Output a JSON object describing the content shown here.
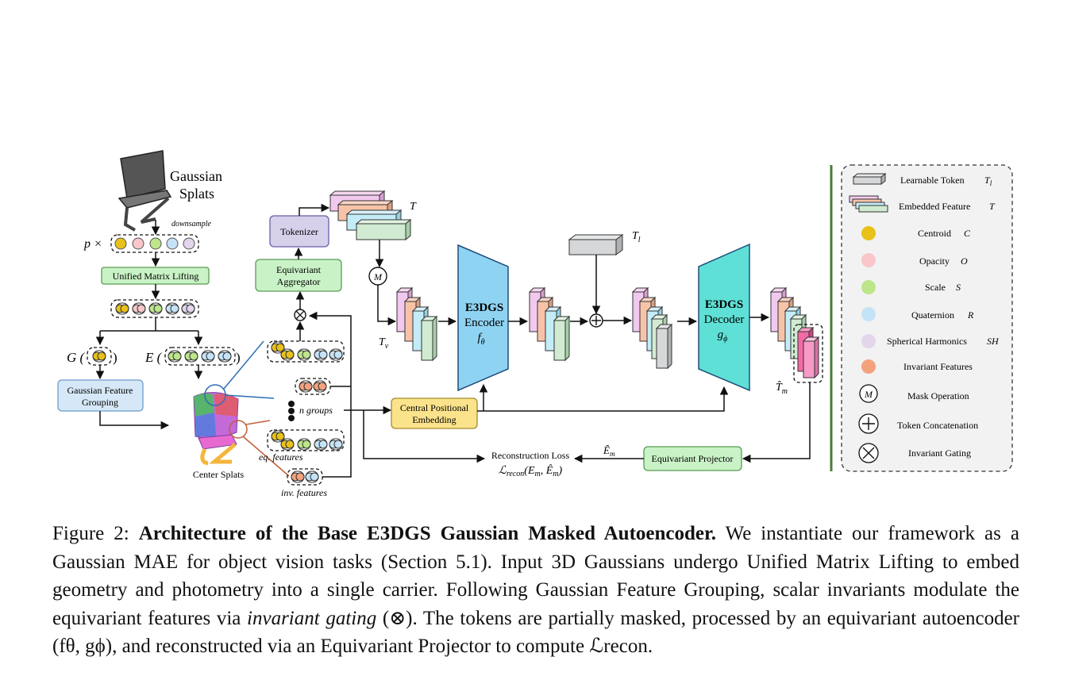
{
  "figure": {
    "input_title_1": "Gaussian",
    "input_title_2": "Splats",
    "downsample_label": "downsample",
    "p_times": "p ×",
    "unified_matrix_lifting": "Unified Matrix Lifting",
    "g_label": "G (",
    "e_label": "E (",
    "close_paren": ")",
    "gaussian_feature_grouping_1": "Gaussian Feature",
    "gaussian_feature_grouping_2": "Grouping",
    "center_splats": "Center Splats",
    "n_groups": "n groups",
    "eq_features": "eq. features",
    "inv_features": "inv. features",
    "equivariant_aggregator_1": "Equivariant",
    "equivariant_aggregator_2": "Aggregator",
    "tokenizer": "Tokenizer",
    "t_label": "T",
    "tv_label": "Tv",
    "mask_symbol": "M",
    "central_pos_emb_1": "Central Positional",
    "central_pos_emb_2": "Embedding",
    "encoder_1": "E3DGS",
    "encoder_2": "Encoder",
    "encoder_3": "fθ",
    "decoder_1": "E3DGS",
    "decoder_2": "Decoder",
    "decoder_3": "gϕ",
    "tl_label": "Tl",
    "tm_label": "T̂m",
    "em_label": "Êm",
    "reconstruction_loss_1": "Reconstruction Loss",
    "reconstruction_loss_2": "ℒrecon(Em, Êm)",
    "equivariant_projector": "Equivariant Projector",
    "colors": {
      "centroid": "#e8c11a",
      "opacity": "#f9c6c9",
      "scale": "#bde58a",
      "quaternion": "#c5e3f7",
      "sh": "#e3d6ec",
      "invariant": "#f4a27e",
      "encoder": "#8fd3f2",
      "decoder": "#5fe0d6",
      "green_box": "#c9f2c6",
      "blue_box": "#d6e8f7",
      "purple_box": "#d6d0ea",
      "yellow_box": "#fbe38c"
    }
  },
  "legend": {
    "items": [
      {
        "label": "Learnable Token",
        "sym": "Tl"
      },
      {
        "label": "Embedded Feature",
        "sym": "T"
      },
      {
        "label": "Centroid",
        "sym": "C"
      },
      {
        "label": "Opacity",
        "sym": "O"
      },
      {
        "label": "Scale",
        "sym": "S"
      },
      {
        "label": "Quaternion",
        "sym": "R"
      },
      {
        "label": "Spherical Harmonics",
        "sym": "SH"
      },
      {
        "label": "Invariant Features",
        "sym": ""
      },
      {
        "label": "Mask Operation",
        "sym": ""
      },
      {
        "label": "Token Concatenation",
        "sym": ""
      },
      {
        "label": "Invariant Gating",
        "sym": ""
      }
    ]
  },
  "caption": {
    "prefix": "Figure 2: ",
    "bold": "Architecture of the Base E3DGS Gaussian Masked Autoencoder.",
    "text1": " We instantiate our framework as a Gaussian MAE for object vision tasks (Section 5.1). Input 3D Gaussians undergo Unified Matrix Lifting to embed geometry and photometry into a single carrier. Following Gaussian Feature Grouping, scalar invariants modulate the equivariant features via ",
    "italic": "invariant gating",
    "text2": " (⊗). The tokens are partially masked, processed by an equivariant autoencoder (fθ, gϕ), and reconstructed via an Equivariant Projector to compute ℒrecon."
  }
}
